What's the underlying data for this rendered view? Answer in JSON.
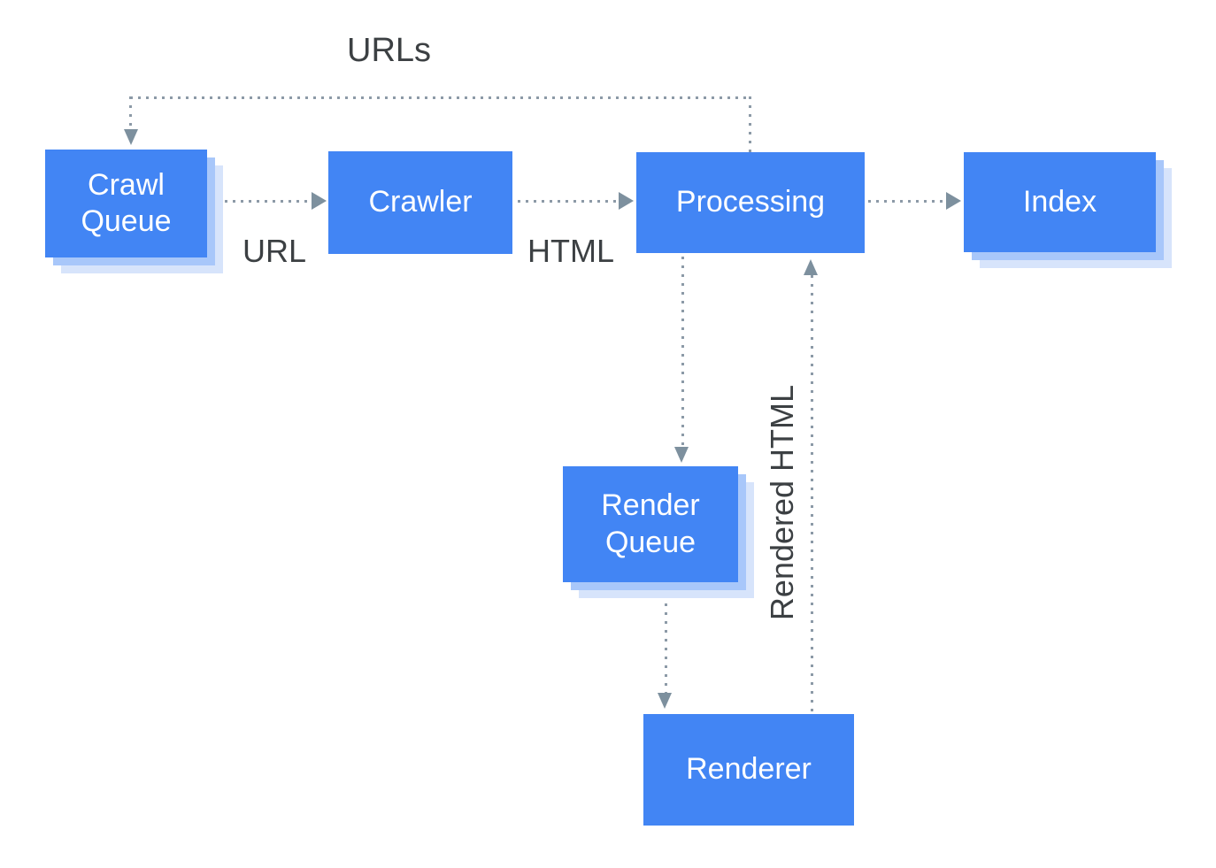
{
  "diagram": {
    "type": "flow-diagram",
    "subject": "crawl-render-index-pipeline",
    "nodes": [
      {
        "id": "crawl-queue",
        "label": "Crawl Queue",
        "stacked": true
      },
      {
        "id": "crawler",
        "label": "Crawler",
        "stacked": false
      },
      {
        "id": "processing",
        "label": "Processing",
        "stacked": false
      },
      {
        "id": "index",
        "label": "Index",
        "stacked": true
      },
      {
        "id": "render-queue",
        "label": "Render Queue",
        "stacked": true
      },
      {
        "id": "renderer",
        "label": "Renderer",
        "stacked": false
      }
    ],
    "edges": [
      {
        "from": "processing",
        "to": "crawl-queue",
        "label": "URLs"
      },
      {
        "from": "crawl-queue",
        "to": "crawler",
        "label": "URL"
      },
      {
        "from": "crawler",
        "to": "processing",
        "label": "HTML"
      },
      {
        "from": "processing",
        "to": "index",
        "label": ""
      },
      {
        "from": "processing",
        "to": "render-queue",
        "label": ""
      },
      {
        "from": "render-queue",
        "to": "renderer",
        "label": ""
      },
      {
        "from": "renderer",
        "to": "processing",
        "label": "Rendered HTML"
      }
    ],
    "colors": {
      "node_fill": "#4285F4",
      "node_text": "#FFFFFF",
      "stack_shadow_1": "#A8C7FA",
      "stack_shadow_2": "#D7E4FB",
      "connector_dots": "#8C9AA7",
      "arrowhead": "#7D909E",
      "edge_label_text": "#3C4043",
      "background": "#FFFFFF"
    },
    "line_style": "dotted"
  }
}
